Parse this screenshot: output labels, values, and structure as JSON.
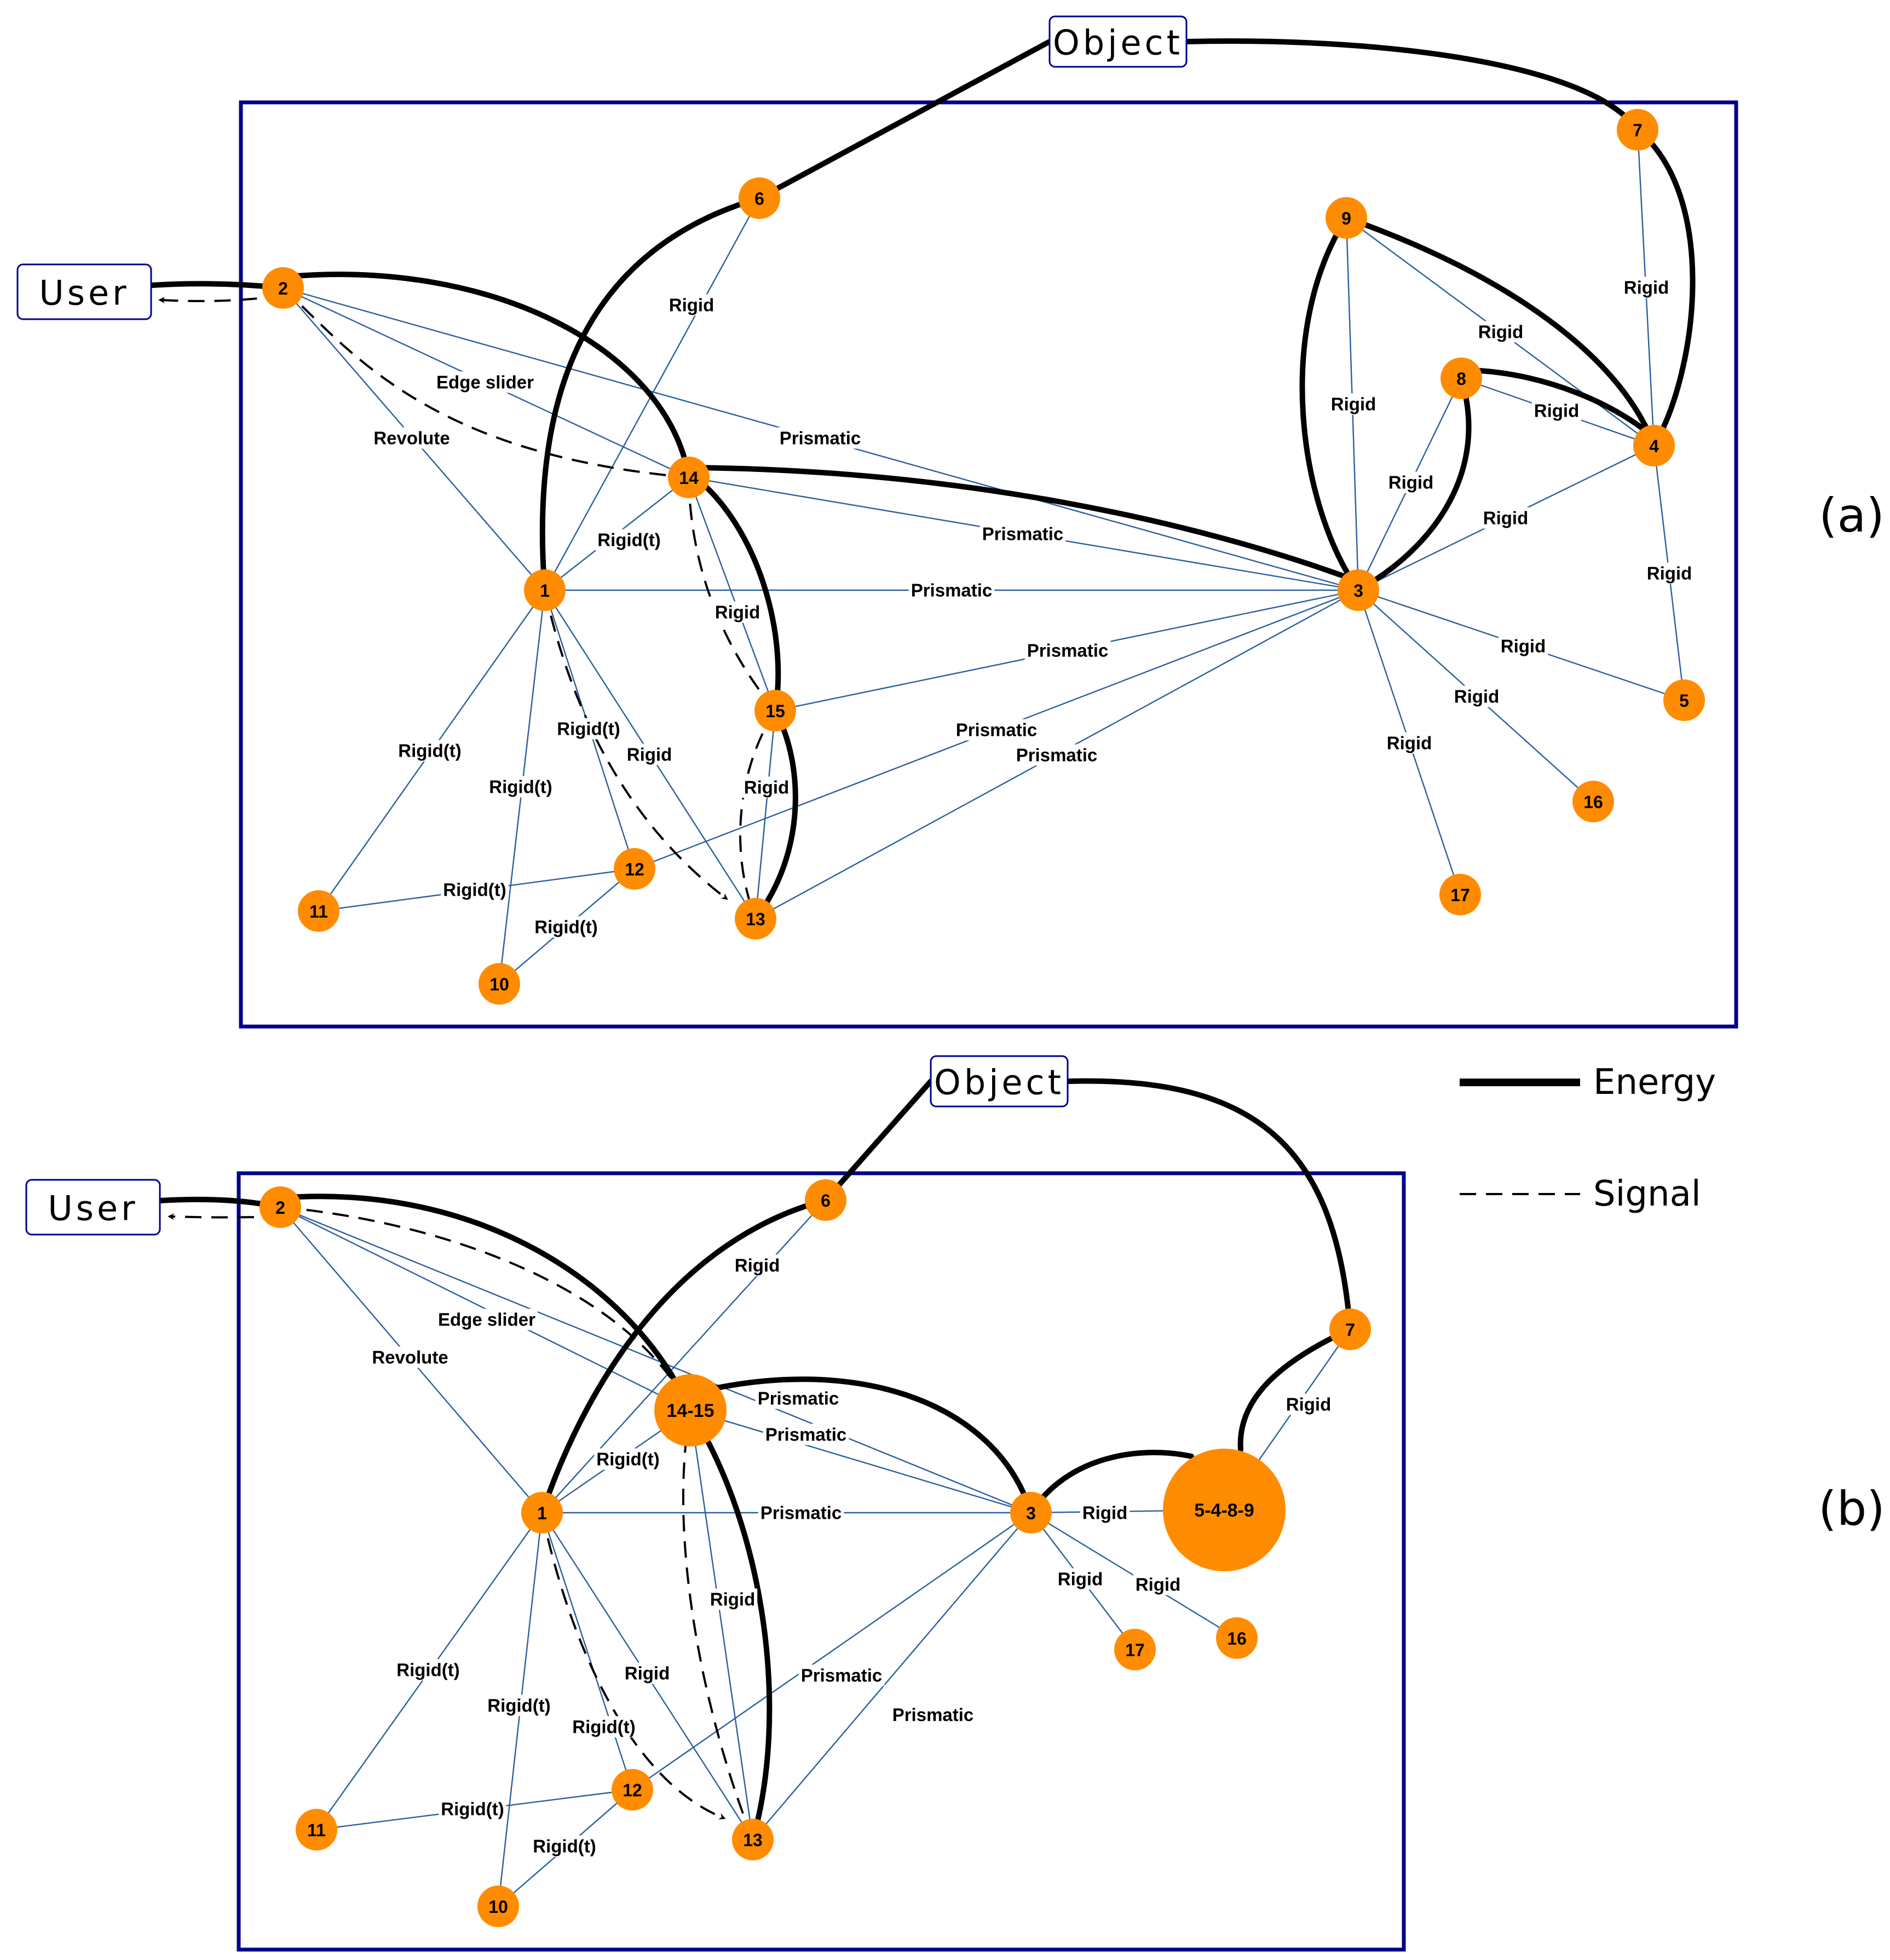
{
  "colors": {
    "node": "#ff8c00",
    "joint_edge": "#2b5f9e",
    "frame": "#00008b",
    "energy": "#000000",
    "signal": "#000000"
  },
  "legend": {
    "energy_label": "Energy",
    "signal_label": "Signal"
  },
  "panels": [
    {
      "id": "a",
      "panel_label": "(a)",
      "external": [
        {
          "id": "User",
          "label": "User"
        },
        {
          "id": "Object",
          "label": "Object"
        }
      ],
      "nodes": [
        {
          "id": "1",
          "label": "1"
        },
        {
          "id": "2",
          "label": "2"
        },
        {
          "id": "3",
          "label": "3"
        },
        {
          "id": "4",
          "label": "4"
        },
        {
          "id": "5",
          "label": "5"
        },
        {
          "id": "6",
          "label": "6"
        },
        {
          "id": "7",
          "label": "7"
        },
        {
          "id": "8",
          "label": "8"
        },
        {
          "id": "9",
          "label": "9"
        },
        {
          "id": "10",
          "label": "10"
        },
        {
          "id": "11",
          "label": "11"
        },
        {
          "id": "12",
          "label": "12"
        },
        {
          "id": "13",
          "label": "13"
        },
        {
          "id": "14",
          "label": "14"
        },
        {
          "id": "15",
          "label": "15"
        },
        {
          "id": "16",
          "label": "16"
        },
        {
          "id": "17",
          "label": "17"
        }
      ],
      "joints": [
        {
          "from": "2",
          "to": "1",
          "label": "Revolute"
        },
        {
          "from": "2",
          "to": "14",
          "label": "Edge slider"
        },
        {
          "from": "2",
          "to": "3",
          "label": "Prismatic"
        },
        {
          "from": "6",
          "to": "1",
          "label": "Rigid"
        },
        {
          "from": "14",
          "to": "1",
          "label": "Rigid(t)"
        },
        {
          "from": "14",
          "to": "3",
          "label": "Prismatic"
        },
        {
          "from": "1",
          "to": "3",
          "label": "Prismatic"
        },
        {
          "from": "14",
          "to": "15",
          "label": "Rigid"
        },
        {
          "from": "15",
          "to": "3",
          "label": "Prismatic"
        },
        {
          "from": "1",
          "to": "11",
          "label": "Rigid(t)"
        },
        {
          "from": "1",
          "to": "10",
          "label": "Rigid(t)"
        },
        {
          "from": "1",
          "to": "12",
          "label": "Rigid(t)"
        },
        {
          "from": "1",
          "to": "13",
          "label": "Rigid"
        },
        {
          "from": "15",
          "to": "13",
          "label": "Rigid"
        },
        {
          "from": "12",
          "to": "3",
          "label": "Prismatic"
        },
        {
          "from": "13",
          "to": "3",
          "label": "Prismatic"
        },
        {
          "from": "11",
          "to": "12",
          "label": "Rigid(t)"
        },
        {
          "from": "12",
          "to": "10",
          "label": "Rigid(t)"
        },
        {
          "from": "7",
          "to": "4",
          "label": "Rigid"
        },
        {
          "from": "9",
          "to": "4",
          "label": "Rigid"
        },
        {
          "from": "9",
          "to": "3",
          "label": "Rigid"
        },
        {
          "from": "8",
          "to": "4",
          "label": "Rigid"
        },
        {
          "from": "8",
          "to": "3",
          "label": "Rigid"
        },
        {
          "from": "4",
          "to": "3",
          "label": "Rigid"
        },
        {
          "from": "4",
          "to": "5",
          "label": "Rigid"
        },
        {
          "from": "3",
          "to": "5",
          "label": "Rigid"
        },
        {
          "from": "3",
          "to": "16",
          "label": "Rigid"
        },
        {
          "from": "3",
          "to": "17",
          "label": "Rigid"
        }
      ],
      "energy_flows": [
        {
          "from": "User",
          "to": "2"
        },
        {
          "from": "2",
          "to": "14"
        },
        {
          "from": "14",
          "to": "3"
        },
        {
          "from": "14",
          "to": "15"
        },
        {
          "from": "15",
          "to": "13"
        },
        {
          "from": "Object",
          "to": "6"
        },
        {
          "from": "6",
          "to": "1"
        },
        {
          "from": "Object",
          "to": "7"
        },
        {
          "from": "7",
          "to": "4"
        },
        {
          "from": "9",
          "to": "4"
        },
        {
          "from": "9",
          "to": "3"
        },
        {
          "from": "8",
          "to": "4"
        },
        {
          "from": "8",
          "to": "3"
        }
      ],
      "signal_flows": [
        {
          "from": "2",
          "to": "User"
        },
        {
          "from": "2",
          "to": "14"
        },
        {
          "from": "14",
          "to": "15"
        },
        {
          "from": "15",
          "to": "13"
        },
        {
          "from": "1",
          "to": "13"
        }
      ]
    },
    {
      "id": "b",
      "panel_label": "(b)",
      "external": [
        {
          "id": "User",
          "label": "User"
        },
        {
          "id": "Object",
          "label": "Object"
        }
      ],
      "nodes": [
        {
          "id": "1",
          "label": "1"
        },
        {
          "id": "2",
          "label": "2"
        },
        {
          "id": "3",
          "label": "3"
        },
        {
          "id": "6",
          "label": "6"
        },
        {
          "id": "7",
          "label": "7"
        },
        {
          "id": "10",
          "label": "10"
        },
        {
          "id": "11",
          "label": "11"
        },
        {
          "id": "12",
          "label": "12"
        },
        {
          "id": "13",
          "label": "13"
        },
        {
          "id": "14-15",
          "label": "14-15"
        },
        {
          "id": "5-4-8-9",
          "label": "5-4-8-9"
        },
        {
          "id": "16",
          "label": "16"
        },
        {
          "id": "17",
          "label": "17"
        }
      ],
      "joints": [
        {
          "from": "2",
          "to": "1",
          "label": "Revolute"
        },
        {
          "from": "2",
          "to": "14-15",
          "label": "Edge slider"
        },
        {
          "from": "2",
          "to": "3",
          "label": "Prismatic"
        },
        {
          "from": "14-15",
          "to": "3",
          "label": "Prismatic"
        },
        {
          "from": "6",
          "to": "1",
          "label": "Rigid"
        },
        {
          "from": "14-15",
          "to": "1",
          "label": "Rigid(t)"
        },
        {
          "from": "1",
          "to": "3",
          "label": "Prismatic"
        },
        {
          "from": "14-15",
          "to": "13",
          "label": "Rigid"
        },
        {
          "from": "1",
          "to": "11",
          "label": "Rigid(t)"
        },
        {
          "from": "1",
          "to": "10",
          "label": "Rigid(t)"
        },
        {
          "from": "1",
          "to": "12",
          "label": "Rigid(t)"
        },
        {
          "from": "1",
          "to": "13",
          "label": "Rigid"
        },
        {
          "from": "12",
          "to": "3",
          "label": "Prismatic"
        },
        {
          "from": "13",
          "to": "3",
          "label": "Prismatic"
        },
        {
          "from": "11",
          "to": "12",
          "label": "Rigid(t)"
        },
        {
          "from": "12",
          "to": "10",
          "label": "Rigid(t)"
        },
        {
          "from": "3",
          "to": "5-4-8-9",
          "label": "Rigid"
        },
        {
          "from": "7",
          "to": "5-4-8-9",
          "label": "Rigid"
        },
        {
          "from": "3",
          "to": "17",
          "label": "Rigid"
        },
        {
          "from": "3",
          "to": "16",
          "label": "Rigid"
        }
      ],
      "energy_flows": [
        {
          "from": "User",
          "to": "2"
        },
        {
          "from": "2",
          "to": "14-15"
        },
        {
          "from": "14-15",
          "to": "3"
        },
        {
          "from": "14-15",
          "to": "13"
        },
        {
          "from": "Object",
          "to": "6"
        },
        {
          "from": "6",
          "to": "1"
        },
        {
          "from": "Object",
          "to": "7"
        },
        {
          "from": "7",
          "to": "5-4-8-9"
        },
        {
          "from": "3",
          "to": "5-4-8-9"
        }
      ],
      "signal_flows": [
        {
          "from": "2",
          "to": "User"
        },
        {
          "from": "2",
          "to": "14-15"
        },
        {
          "from": "14-15",
          "to": "13"
        },
        {
          "from": "1",
          "to": "13"
        }
      ]
    }
  ]
}
